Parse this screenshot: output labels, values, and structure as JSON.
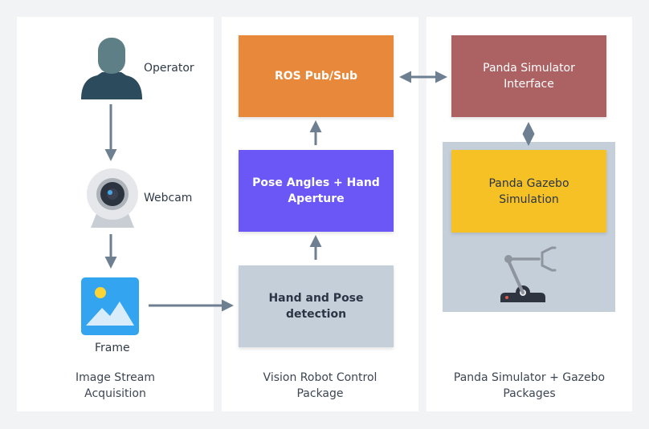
{
  "panels": {
    "image_stream": {
      "caption": "Image Stream\nAcquisition",
      "operator_label": "Operator",
      "webcam_label": "Webcam",
      "frame_label": "Frame"
    },
    "vision_robot": {
      "caption": "Vision Robot Control\nPackage",
      "ros_box": "ROS Pub/Sub",
      "pose_box": "Pose Angles + Hand\nAperture",
      "detection_box": "Hand and Pose detection"
    },
    "panda_sim": {
      "caption": "Panda Simulator + Gazebo\nPackages",
      "interface_box": "Panda Simulator\nInterface",
      "gazebo_box": "Panda Gazebo\nSimulation"
    }
  },
  "colors": {
    "ros": "#e8883a",
    "pose": "#6a57f5",
    "detection": "#c5cfda",
    "interface": "#ac6163",
    "gazebo": "#f6c125",
    "sim_bg": "#c5cfda",
    "arrow": "#6d7f91"
  }
}
